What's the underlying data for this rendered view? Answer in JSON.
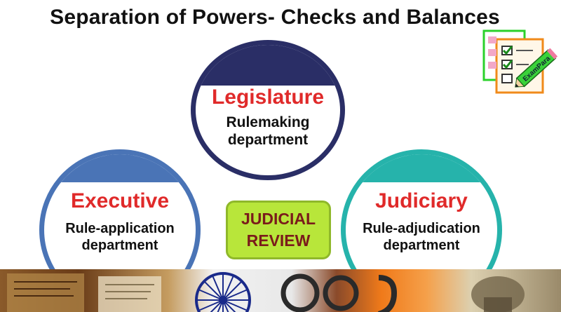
{
  "title": "Separation of Powers- Checks and Balances",
  "legislature": {
    "heading": "Legislature",
    "desc_line1": "Rulemaking",
    "desc_line2": "department",
    "color": "#2a2e66"
  },
  "executive": {
    "heading": "Executive",
    "desc_line1": "Rule-application",
    "desc_line2": "department",
    "color": "#4a74b6"
  },
  "judiciary": {
    "heading": "Judiciary",
    "desc_line1": "Rule-adjudication",
    "desc_line2": "department",
    "color": "#26b3ab"
  },
  "review": {
    "line1": "JUDICIAL",
    "line2": "REVIEW",
    "bg": "#b8e63a"
  },
  "logo": {
    "icon": "exam-checklist-pencil-icon",
    "brand": "ExamPara"
  },
  "heading_color": "#e02a2a"
}
